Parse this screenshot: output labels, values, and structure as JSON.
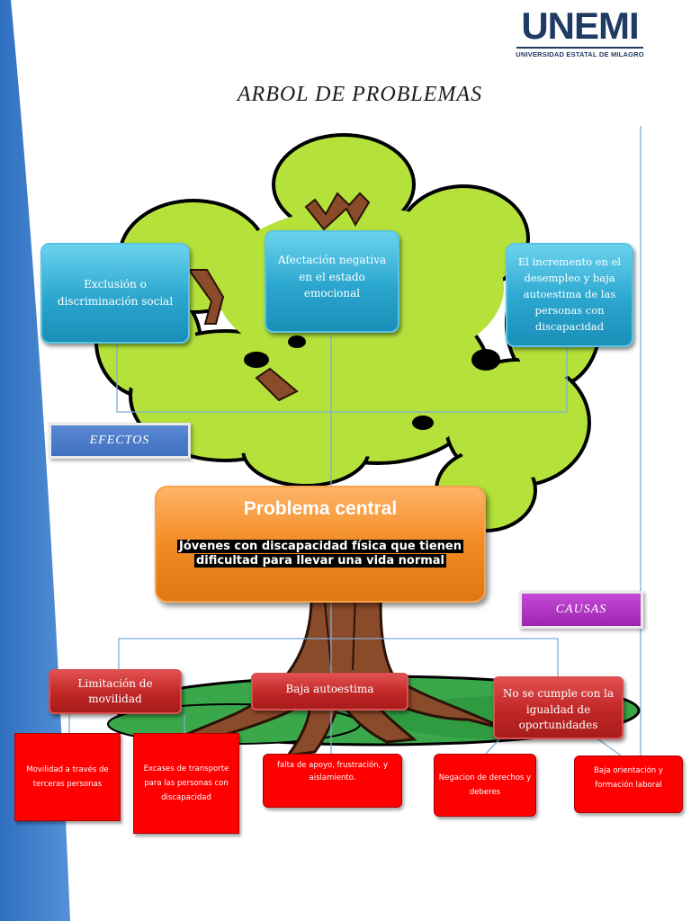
{
  "logo": {
    "name": "UNEMI",
    "subtitle": "UNIVERSIDAD ESTATAL DE MILAGRO"
  },
  "title": "ARBOL DE PROBLEMAS",
  "effects_label": "EFECTOS",
  "causes_label": "CAUSAS",
  "effects": [
    "Exclusión o discriminación social",
    "Afectación negativa en el estado emocional",
    "El incremento en el desempleo y baja autoestima de las personas con discapacidad"
  ],
  "central_problem": {
    "title": "Problema central",
    "text": "Jóvenes con discapacidad física que tienen dificultad para llevar una vida normal"
  },
  "causes": [
    "Limitación de movilidad",
    "Baja autoestima",
    "No se cumple con la igualdad de oportunidades"
  ],
  "sub_causes": [
    "Movilidad a través de terceras personas",
    "Excases de transporte para las personas con discapacidad",
    "falta de apoyo, frustración, y aislamiento.",
    "Negacion de derechos y deberes",
    "Baja orientación y formación laboral"
  ],
  "colors": {
    "stripe": "#3a78c2",
    "foliage": "#b4e23a",
    "trunk": "#8a4b2a",
    "grass": "#3aa84a",
    "effect_box": "#2ba6cf",
    "central_box": "#f28b24",
    "cause_box": "#c02626",
    "sub_cause_box": "#ff0000",
    "effects_tag": "#4a7bc8",
    "causes_tag": "#b034c2"
  }
}
